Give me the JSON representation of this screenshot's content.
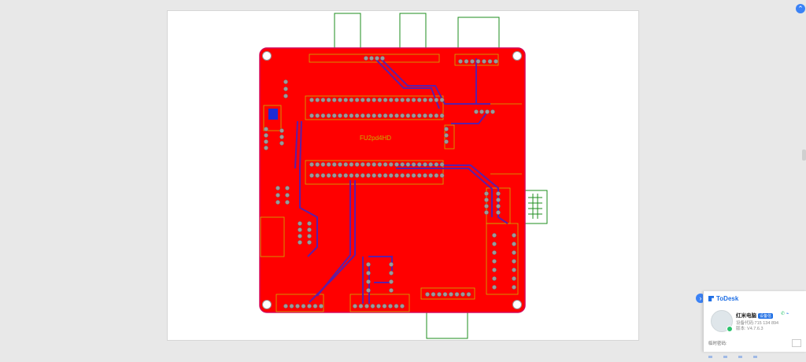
{
  "board": {
    "label": "FU2pd4HD",
    "colors": {
      "copper": "#ff0000",
      "outline": "#d50a5a",
      "silk": "#c8b400",
      "trace": "#5b1fa8",
      "pad": "#9a9a9a",
      "connector": "#1e8c1e",
      "via": "#1a9a3a",
      "mount": "#ffffff",
      "blue": "#1f2bd6"
    }
  },
  "todesk": {
    "brand": "ToDesk",
    "device_name": "红米电脑",
    "badge": "设备信",
    "device_code": "设备代码:715 134 894",
    "version": "版本: V4.7.6.3",
    "password_label": "临时密码:"
  },
  "icons": {
    "collapse": "chevron-right-icon",
    "corner": "pin-icon"
  }
}
